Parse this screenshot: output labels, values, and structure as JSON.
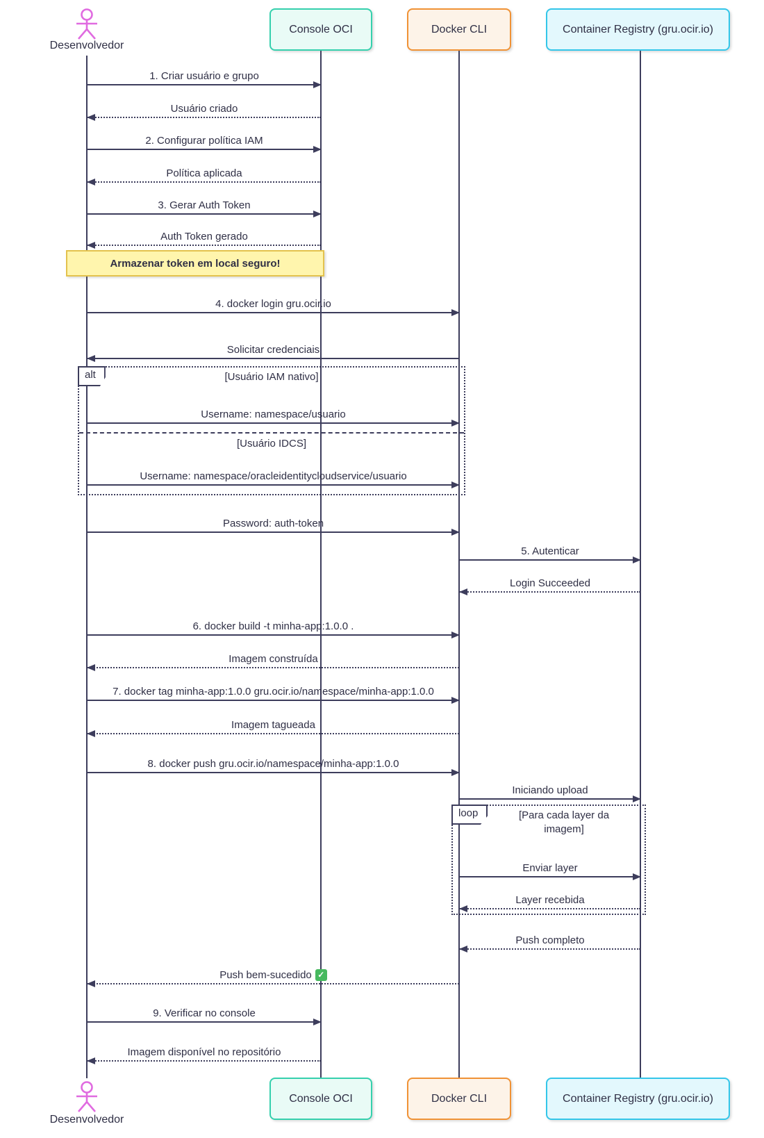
{
  "diagram": {
    "type": "sequence",
    "actor": {
      "label": "Desenvolvedor",
      "icon": "person-stick-figure-icon",
      "color": "#e06be0"
    },
    "participants": [
      {
        "id": "console",
        "label": "Console OCI",
        "fill": "#e9fbf6",
        "border": "#35d0ad"
      },
      {
        "id": "docker",
        "label": "Docker CLI",
        "fill": "#fdf3e8",
        "border": "#f09235"
      },
      {
        "id": "registry",
        "label": "Container Registry (gru.ocir.io)",
        "fill": "#e3f8fd",
        "border": "#33c6e9"
      }
    ],
    "note": {
      "text": "Armazenar token em local seguro!",
      "fill": "#fff5ad",
      "border": "#e3c24d",
      "over": [
        "Desenvolvedor",
        "Console OCI"
      ]
    },
    "fragments": {
      "alt": {
        "label": "alt",
        "conditions": [
          "[Usuário IAM nativo]",
          "[Usuário IDCS]"
        ]
      },
      "loop": {
        "label": "loop",
        "condition": "[Para cada layer da imagem]"
      }
    },
    "success_icon": {
      "name": "check-mark-icon",
      "glyph": "✓",
      "color": "#47b95f"
    },
    "messages": [
      {
        "text": "1. Criar usuário e grupo",
        "from": "Desenvolvedor",
        "to": "Console OCI",
        "line": "solid"
      },
      {
        "text": "Usuário criado",
        "from": "Console OCI",
        "to": "Desenvolvedor",
        "line": "dashed"
      },
      {
        "text": "2. Configurar política IAM",
        "from": "Desenvolvedor",
        "to": "Console OCI",
        "line": "solid"
      },
      {
        "text": "Política aplicada",
        "from": "Console OCI",
        "to": "Desenvolvedor",
        "line": "dashed"
      },
      {
        "text": "3. Gerar Auth Token",
        "from": "Desenvolvedor",
        "to": "Console OCI",
        "line": "solid"
      },
      {
        "text": "Auth Token gerado",
        "from": "Console OCI",
        "to": "Desenvolvedor",
        "line": "dashed"
      },
      {
        "text": "4. docker login gru.ocir.io",
        "from": "Desenvolvedor",
        "to": "Docker CLI",
        "line": "solid"
      },
      {
        "text": "Solicitar credenciais",
        "from": "Docker CLI",
        "to": "Desenvolvedor",
        "line": "solid"
      },
      {
        "text": "Username: namespace/usuario",
        "from": "Desenvolvedor",
        "to": "Docker CLI",
        "line": "solid"
      },
      {
        "text": "Username: namespace/oracleidentitycloudservice/usuario",
        "from": "Desenvolvedor",
        "to": "Docker CLI",
        "line": "solid"
      },
      {
        "text": "Password: auth-token",
        "from": "Desenvolvedor",
        "to": "Docker CLI",
        "line": "solid"
      },
      {
        "text": "5. Autenticar",
        "from": "Docker CLI",
        "to": "Container Registry",
        "line": "solid"
      },
      {
        "text": "Login Succeeded",
        "from": "Container Registry",
        "to": "Docker CLI",
        "line": "dashed"
      },
      {
        "text": "6. docker build -t minha-app:1.0.0 .",
        "from": "Desenvolvedor",
        "to": "Docker CLI",
        "line": "solid"
      },
      {
        "text": "Imagem construída",
        "from": "Docker CLI",
        "to": "Desenvolvedor",
        "line": "dashed"
      },
      {
        "text": "7. docker tag minha-app:1.0.0 gru.ocir.io/namespace/minha-app:1.0.0",
        "from": "Desenvolvedor",
        "to": "Docker CLI",
        "line": "solid"
      },
      {
        "text": "Imagem tagueada",
        "from": "Docker CLI",
        "to": "Desenvolvedor",
        "line": "dashed"
      },
      {
        "text": "8. docker push gru.ocir.io/namespace/minha-app:1.0.0",
        "from": "Desenvolvedor",
        "to": "Docker CLI",
        "line": "solid"
      },
      {
        "text": "Iniciando upload",
        "from": "Docker CLI",
        "to": "Container Registry",
        "line": "solid"
      },
      {
        "text": "Enviar layer",
        "from": "Docker CLI",
        "to": "Container Registry",
        "line": "solid"
      },
      {
        "text": "Layer recebida",
        "from": "Container Registry",
        "to": "Docker CLI",
        "line": "dashed"
      },
      {
        "text": "Push completo",
        "from": "Container Registry",
        "to": "Docker CLI",
        "line": "dashed"
      },
      {
        "text": "Push bem-sucedido",
        "from": "Docker CLI",
        "to": "Desenvolvedor",
        "line": "dashed",
        "icon": "check-mark-icon"
      },
      {
        "text": "9. Verificar no console",
        "from": "Desenvolvedor",
        "to": "Console OCI",
        "line": "solid"
      },
      {
        "text": "Imagem disponível no repositório",
        "from": "Console OCI",
        "to": "Desenvolvedor",
        "line": "dashed"
      }
    ]
  }
}
